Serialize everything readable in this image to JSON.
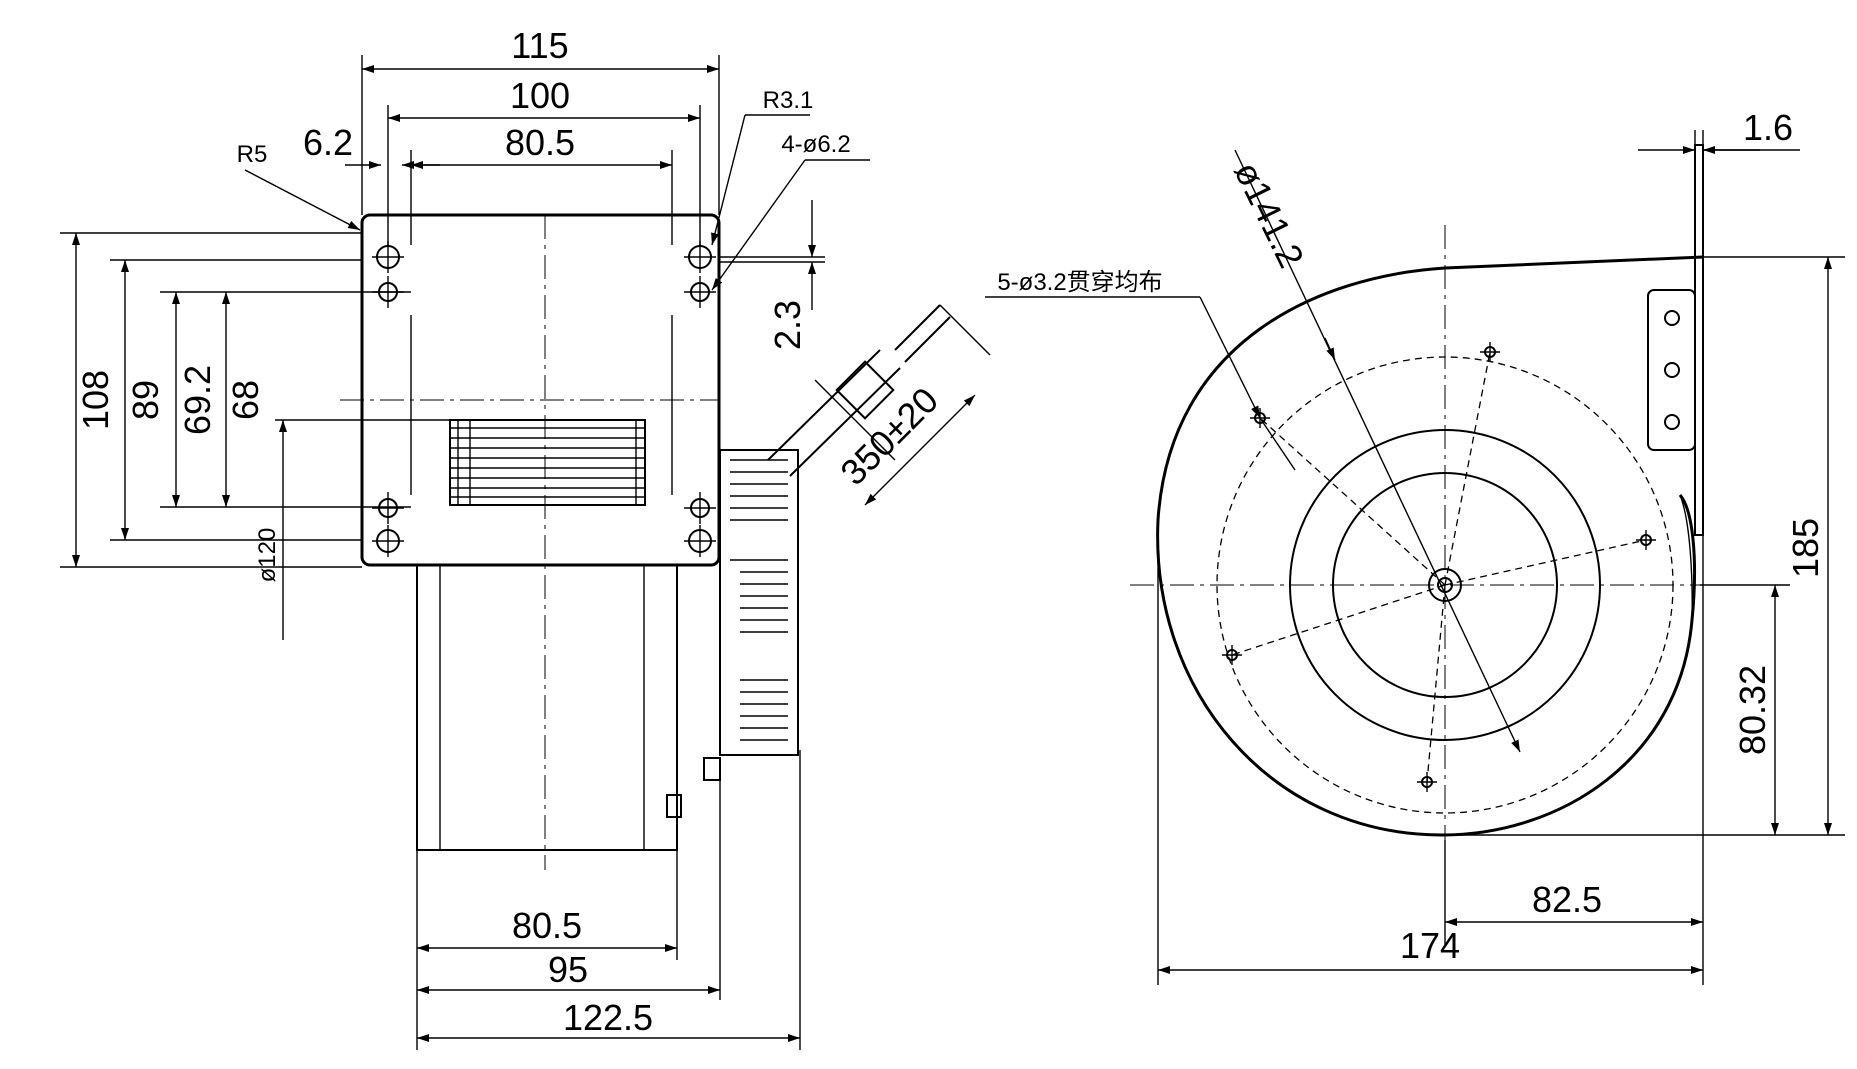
{
  "colors": {
    "ink": "#000000",
    "paper": "#ffffff"
  },
  "side_view": {
    "dimensions": {
      "overall_width": "115",
      "hole_spacing": "100",
      "inner_width": "80.5",
      "slot_offset": "6.2",
      "corner_radius": "R5",
      "hole_radius": "R3.1",
      "mount_holes": "4-ø6.2",
      "slot_length": "2.3",
      "overall_height": "108",
      "hole_height": "89",
      "opening_height": "69.2",
      "outlet_height": "68",
      "impeller_dia": "ø120",
      "cable_length": "350±20",
      "body_width": "80.5",
      "motor_depth": "95",
      "total_depth": "122.5"
    }
  },
  "front_view": {
    "dimensions": {
      "bolt_circle": "ø141.2",
      "mount_holes": "5-ø3.2贯穿均布",
      "flange_thickness": "1.6",
      "overall_height": "185",
      "center_height": "80.32",
      "center_offset": "82.5",
      "overall_width": "174"
    }
  }
}
